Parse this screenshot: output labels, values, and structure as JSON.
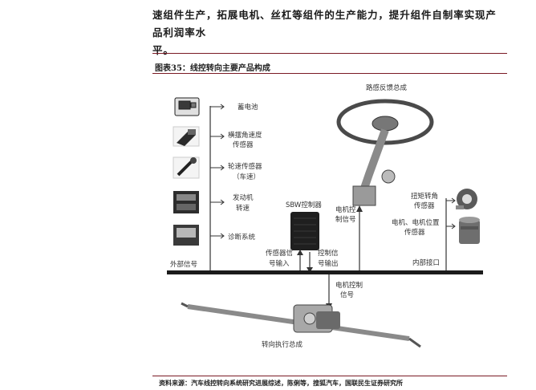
{
  "paragraph": {
    "line1": "速组件生产，拓展电机、丝杠等组件的生产能力，提升组件自制率实现产品利润率水",
    "line2": "平。"
  },
  "figure": {
    "title": "图表35：线控转向主要产品构成",
    "labels": {
      "steering_feedback": "路感反馈总成",
      "battery": "蓄电池",
      "yaw_sensor_1": "横摆角速度",
      "yaw_sensor_2": "传感器",
      "wheel_speed_1": "轮速传感器",
      "wheel_speed_2": "（车速）",
      "engine_speed_1": "发动机",
      "engine_speed_2": "转速",
      "diagnostics": "诊断系统",
      "external_signal": "外部信号",
      "sbw_controller": "SBW控制器",
      "motor_control_signal_1": "电机控",
      "motor_control_signal_2": "制信号",
      "sensor_input_1": "传感器信",
      "sensor_input_2": "号输入",
      "control_output_1": "控制信",
      "control_output_2": "号输出",
      "torque_angle_1": "扭矩转角",
      "torque_angle_2": "传感器",
      "motor_position_1": "电机、电机位置",
      "motor_position_2": "传感器",
      "internal_interface": "内部接口",
      "motor_control_bottom_1": "电机控制",
      "motor_control_bottom_2": "信号",
      "steering_actuator": "转向执行总成"
    }
  },
  "source": "资料来源：汽车线控转向系统研究进展综述，陈俐等，搜狐汽车，国联民生证券研究所",
  "colors": {
    "rule": "#7a1a24",
    "bus": "#1b1b1b"
  }
}
